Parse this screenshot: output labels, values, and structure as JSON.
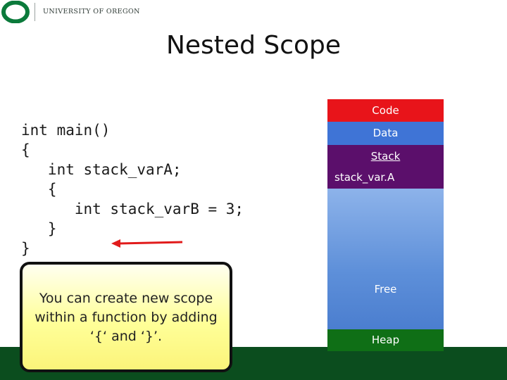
{
  "header": {
    "university_name": "UNIVERSITY OF OREGON"
  },
  "slide": {
    "title": "Nested Scope"
  },
  "code_lines": [
    "int main()",
    "{",
    "   int stack_varA;",
    "   {",
    "      int stack_varB = 3;",
    "   }",
    "}"
  ],
  "callout": {
    "lines": [
      "You can create new scope",
      "within a function by adding",
      "‘{‘ and ‘}’."
    ]
  },
  "memory": {
    "code_label": "Code",
    "data_label": "Data",
    "stack_label": "Stack",
    "stack_var_label": "stack_var.A",
    "free_label": "Free",
    "heap_label": "Heap",
    "colors": {
      "code": "#e8141a",
      "data": "#3f74d6",
      "stack": "#5b0f6b",
      "free": "#6a98dd",
      "heap": "#0f6f16"
    }
  },
  "colors": {
    "brand_green": "#0b4d1e",
    "arrow": "#e11b1b",
    "callout_fill": "#ffff99"
  }
}
